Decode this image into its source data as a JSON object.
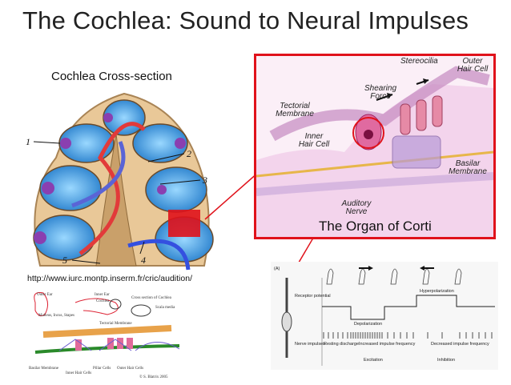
{
  "slide": {
    "title": "The Cochlea: Sound to Neural Impulses",
    "cross_section_caption": "Cochlea Cross-section",
    "source_url": "http://www.iurc.montp.inserm.fr/cric/audition/"
  },
  "cochlea_figure": {
    "callouts": [
      "1",
      "2",
      "3",
      "4",
      "5"
    ]
  },
  "organ_of_corti": {
    "title": "The Organ of Corti",
    "labels": {
      "stereocilia": "Stereocilia",
      "outer_hair_cell": "Outer Hair Cell",
      "shearing_force": "Shearing Force",
      "tectorial_membrane": "Tectorial Membrane",
      "inner_hair_cell": "Inner Hair Cell",
      "basilar_membrane": "Basilar Membrane",
      "auditory_nerve": "Auditory Nerve"
    }
  },
  "small_diagram": {
    "labels": {
      "outer_ear": "Outer Ear",
      "inner_ear": "Inner Ear",
      "cochlea": "Cochlea",
      "cross_section": "Cross section of Cochlea",
      "scala": "Scala media",
      "malleus": "Malleus, Incus, Stapes",
      "tectorial": "Tectorial Membrane",
      "basilar": "Basilar Membrane",
      "inner_hair": "Inner Hair Cells",
      "pillar": "Pillar Cells",
      "outer_hair": "Outer Hair Cells",
      "copyright": "© S. Blatrix 2005"
    }
  },
  "response_graph": {
    "panel": "(A)",
    "receptor_potential": "Receptor potential",
    "nerve_impulses": "Nerve impulses",
    "hyperpolarization": "Hyperpolarization",
    "depolarization": "Depolarization",
    "resting_discharge": "Resting discharge",
    "increased_frequency": "Increased impulse frequency",
    "decreased_frequency": "Decreased impulse frequency",
    "excitation": "Excitation",
    "inhibition": "Inhibition"
  },
  "colors": {
    "highlight_red": "#e0121b",
    "cochlea_blue": "#3aa0e0",
    "membrane_pink": "#e8a6d8"
  }
}
